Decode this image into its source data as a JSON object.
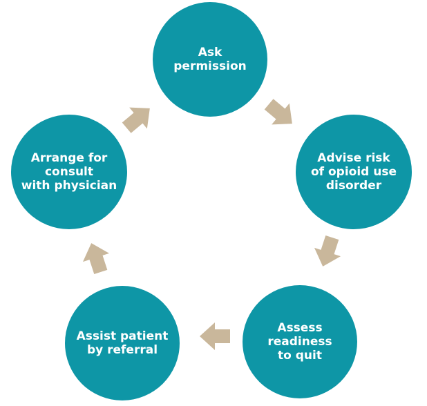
{
  "nodes": [
    {
      "label": "Ask\npermission"
    },
    {
      "label": "Advise risk\nof opioid use\ndisorder"
    },
    {
      "label": "Assess\nreadiness\nto quit"
    },
    {
      "label": "Assist patient\nby referral"
    },
    {
      "label": "Arrange for\nconsult\nwith physician"
    }
  ],
  "colors": {
    "node_fill": "#0e96a6",
    "arrow_fill": "#c9b79b",
    "node_text": "#ffffff"
  },
  "icons": [
    "cycle-arrow-icon"
  ]
}
